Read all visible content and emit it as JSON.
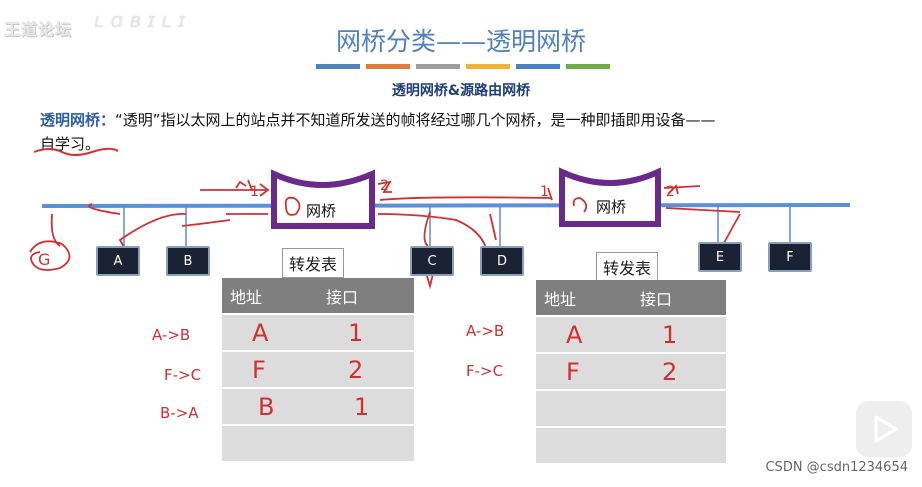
{
  "header": {
    "logo_text": "王道论坛",
    "title": "网桥分类——透明网桥",
    "subtitle": "透明网桥&源路由网桥",
    "accent_colors": [
      "#4f81bd",
      "#e07b39",
      "#9e9e9e",
      "#f2b233",
      "#4a7fc9",
      "#70ad47"
    ]
  },
  "intro": {
    "keyword": "透明网桥：",
    "text": "“透明”指以太网上的站点并不知道所发送的帧将经过哪几个网桥，是一种即插即用设备——",
    "text2": "自学习。"
  },
  "network": {
    "bridge1_label": "网桥",
    "bridge2_label": "网桥",
    "hosts": [
      "A",
      "B",
      "C",
      "D",
      "E",
      "F"
    ],
    "annotation_g": "G"
  },
  "table_left": {
    "title": "转发表",
    "headers": [
      "地址",
      "接口"
    ],
    "rows": [
      [
        "A",
        "1"
      ],
      [
        "F",
        "2"
      ],
      [
        "B",
        "1"
      ],
      [
        "",
        ""
      ]
    ],
    "notes": [
      "A->B",
      "F->C",
      "B->A"
    ]
  },
  "table_right": {
    "title": "转发表",
    "headers": [
      "地址",
      "接口"
    ],
    "rows": [
      [
        "A",
        "1"
      ],
      [
        "F",
        "2"
      ],
      [
        "",
        ""
      ],
      [
        "",
        ""
      ]
    ],
    "notes": [
      "A->B",
      "F->C"
    ]
  },
  "watermark": "CSDN @csdn1234654"
}
